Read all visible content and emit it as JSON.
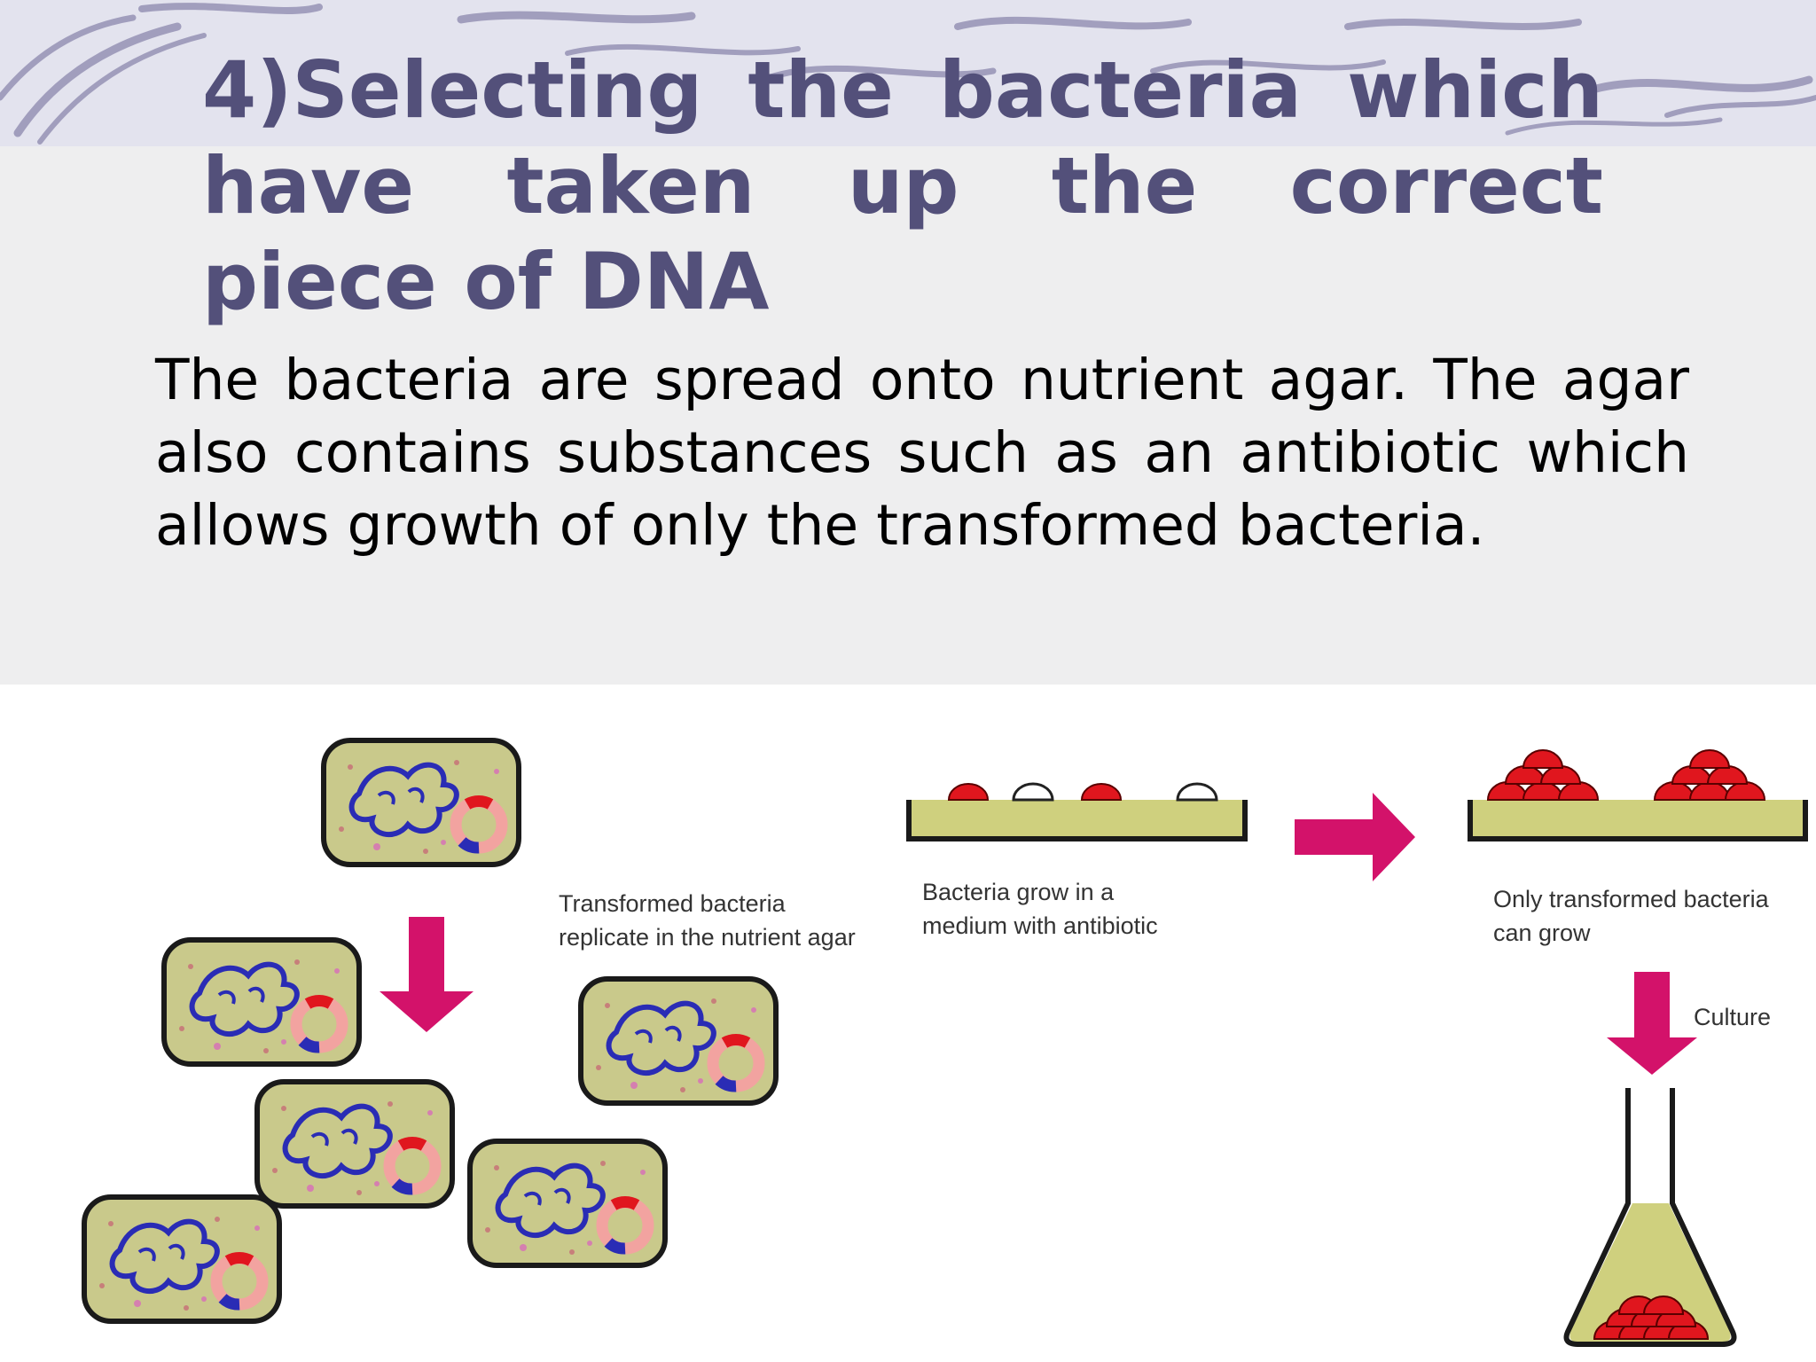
{
  "slide": {
    "title": "4)Selecting the bacteria which have taken up the correct piece of DNA",
    "body": "The bacteria are spread onto nutrient agar. The agar also contains substances such as an antibiotic which allows growth of only the transformed bacteria."
  },
  "figure": {
    "replicate_caption": [
      "Transformed bacteria",
      "replicate in the nutrient agar"
    ],
    "medium_caption": [
      "Bacteria grow in a",
      "medium with antibiotic"
    ],
    "only_caption": [
      "Only transformed bacteria",
      "can grow"
    ],
    "culture_label": "Culture"
  },
  "colors": {
    "title": "#53507a",
    "cell_fill": "#c9c98b",
    "dna_blue": "#2a2cb5",
    "plasmid_pink": "#f2a3a0",
    "arrow_magenta": "#d3126a",
    "colony_red": "#e0161e",
    "agar": "#cfd07e"
  }
}
